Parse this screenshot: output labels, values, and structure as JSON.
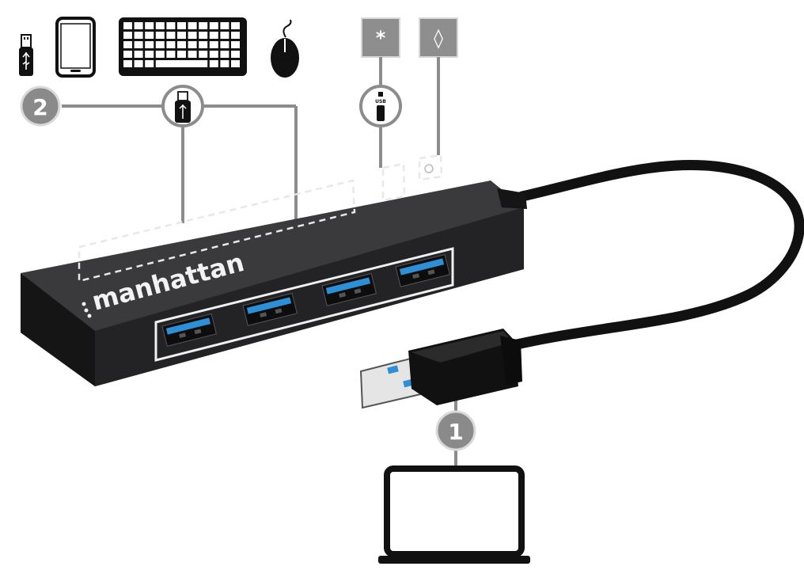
{
  "callouts": {
    "step1": "1",
    "step2": "2"
  },
  "port_labels": {
    "power_symbol": "*",
    "indicator_symbol": "◊"
  },
  "connector_labels": {
    "usb_text": "USB"
  },
  "brand": {
    "wordmark": "manhattan"
  },
  "devices": [
    "usb-flash-drive",
    "tablet",
    "keyboard",
    "mouse"
  ],
  "colors": {
    "hub_body": "#2a2a2c",
    "hub_top": "#3b3b3e",
    "port_blue": "#2d8fd6",
    "callout_gray": "#8a8a8a",
    "line_gray": "#8c8c8c",
    "cable_black": "#111111",
    "connector_silver": "#e6e6e6"
  }
}
